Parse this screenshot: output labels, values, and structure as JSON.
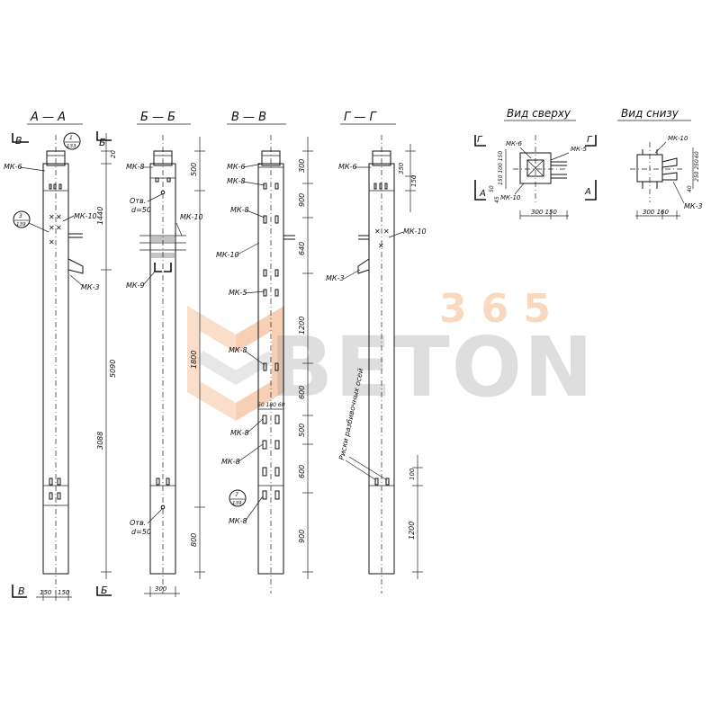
{
  "sections": {
    "aa": "А — А",
    "bb": "Б — Б",
    "vv": "В — В",
    "gg": "Г — Г",
    "top_view": "Вид сверху",
    "bottom_view": "Вид снизу"
  },
  "cut_marks": {
    "v": "В",
    "b": "Б",
    "g": "Г",
    "a": "А"
  },
  "refs": {
    "ref1_num": "1",
    "ref1_sheet": "133",
    "ref3_num": "3",
    "ref3_sheet": "139",
    "ref7_num": "7",
    "ref7_sheet": "139"
  },
  "parts": {
    "mk6": "МК-6",
    "mk8": "МК-8",
    "mk10": "МК-10",
    "mk3": "МК-3",
    "mk5": "МК-5",
    "mk9": "МК-9",
    "opening1": "Отв.",
    "opening1_d": "d=50",
    "opening2": "Отв.",
    "opening2_d": "d=50"
  },
  "dims": {
    "d20": "20",
    "d1440": "1440",
    "d5090": "5090",
    "d3088": "3088",
    "d500": "500",
    "d1800": "1800",
    "d800": "800",
    "d300a": "300",
    "d900a": "900",
    "d640": "640",
    "d1200a": "1200",
    "d600a": "600",
    "d500b": "500",
    "d600b": "600",
    "d900b": "900",
    "d150x": "150",
    "d350": "350",
    "d1200b": "1200",
    "d100": "100",
    "d60s": "60 180 60",
    "d150a": "150",
    "d150b": "150",
    "d300b": "300",
    "top_w": "300 150",
    "bot_w": "300 160",
    "top_v": "150 100 150",
    "bot_v": "250 250",
    "top_a": "50",
    "top_b": "45",
    "bot_a": "60",
    "bot_b": "40"
  },
  "axis_note": "Риски разбивочных осей",
  "watermark": {
    "number": "365",
    "word": "BETON"
  }
}
